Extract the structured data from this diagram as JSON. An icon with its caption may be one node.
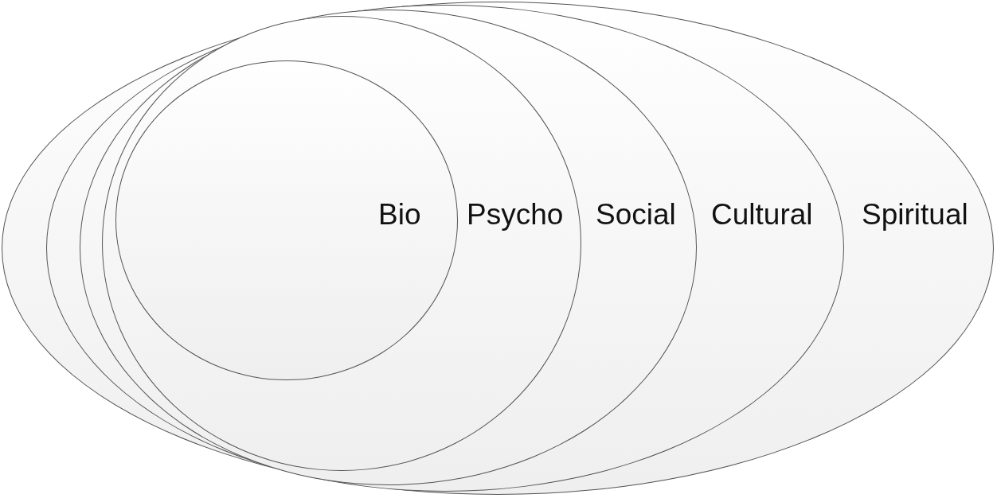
{
  "diagram": {
    "nodes": [
      {
        "text": [
          "Spiritual"
        ]
      },
      {
        "text": [
          "Cultural"
        ],
        "in": 0
      },
      {
        "text": [
          "Social"
        ],
        "in": 1
      },
      {
        "text": [
          "Psycho"
        ],
        "in": 2
      },
      {
        "text": [
          "Bio"
        ],
        "in": 3
      }
    ]
  }
}
